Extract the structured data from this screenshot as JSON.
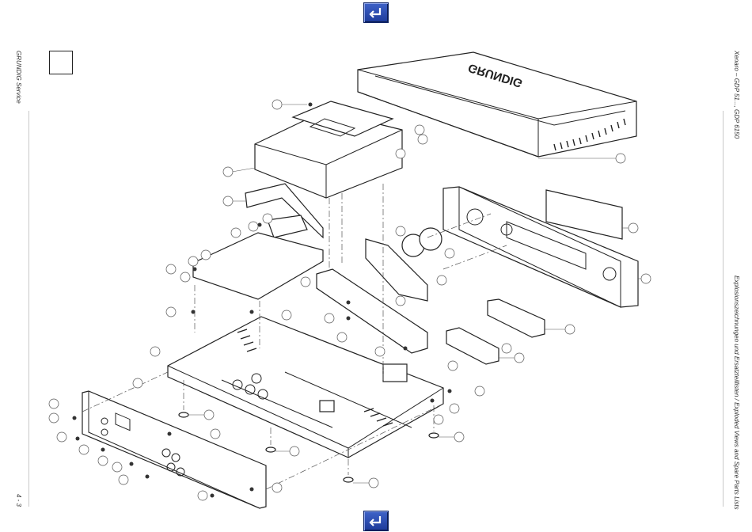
{
  "navigation": {
    "top_button_icon": "return-arrow-icon",
    "bottom_button_icon": "return-arrow-icon"
  },
  "left_margin": {
    "header": "GRUNDIG Service",
    "page_number": "4 - 3"
  },
  "right_margin": {
    "header": "Xenaro – GDP 51..., GDP 6150",
    "section_title": "Explosionszeichnungen und Ersatzteillisten / Exploded Views and Spare Parts Lists"
  },
  "drawing": {
    "brand_label": "GRUNDIG"
  },
  "colors": {
    "nav_button": "#2a4bb0",
    "line_art": "#222222"
  }
}
